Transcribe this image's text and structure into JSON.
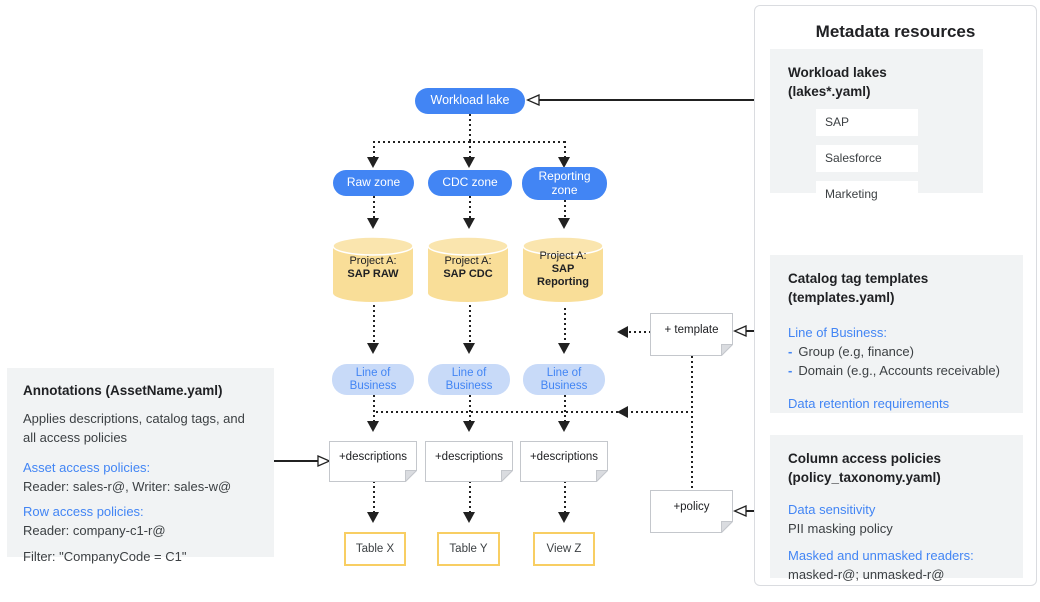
{
  "diagram": {
    "workload_lake": "Workload lake",
    "columns": [
      {
        "zone": "Raw zone",
        "project_label": "Project A:",
        "project_name": "SAP RAW",
        "lob": "Line of Business",
        "descriptions": "+descriptions",
        "table": "Table X"
      },
      {
        "zone": "CDC zone",
        "project_label": "Project A:",
        "project_name": "SAP CDC",
        "lob": "Line of Business",
        "descriptions": "+descriptions",
        "table": "Table Y"
      },
      {
        "zone": "Reporting zone",
        "project_label": "Project A:",
        "project_name": "SAP Reporting",
        "lob": "Line of Business",
        "descriptions": "+descriptions",
        "table": "View Z"
      }
    ],
    "template_note": "+ template",
    "policy_note": "+policy"
  },
  "annotations_panel": {
    "title": "Annotations (AssetName.yaml)",
    "description": "Applies descriptions, catalog tags, and all access policies",
    "asset_policies_label": "Asset access policies:",
    "asset_policies_value": "Reader: sales-r@, Writer: sales-w@",
    "row_policies_label": "Row access policies:",
    "row_policies_value": "Reader: company-c1-r@",
    "filter_value": "Filter: \"CompanyCode = C1\""
  },
  "metadata_panel": {
    "title": "Metadata resources",
    "workload_lakes": {
      "header": "Workload lakes (lakes*.yaml)",
      "items": [
        "SAP",
        "Salesforce",
        "Marketing"
      ]
    },
    "catalog_templates": {
      "header_line1": "Catalog tag templates",
      "header_line2": "(templates.yaml)",
      "lob_label": "Line of Business:",
      "bullet_prefix": "-",
      "bullets": [
        "Group (e.g, finance)",
        "Domain (e.g., Accounts receivable)"
      ],
      "retention_label": "Data retention requirements"
    },
    "column_policies": {
      "header_line1": "Column access policies",
      "header_line2": "(policy_taxonomy.yaml)",
      "sensitivity_label": "Data sensitivity",
      "sensitivity_value": "PII masking policy",
      "readers_label": "Masked and unmasked readers:",
      "readers_value": "masked-r@; unmasked-r@"
    }
  },
  "colors": {
    "node_blue": "#4285F4",
    "node_blue_light": "#C8DAF8",
    "link_blue": "#4285F4",
    "cylinder_yellow": "#F9DE98",
    "cylinder_top_yellow": "#FAE5AE",
    "table_border_yellow": "#F8CE63",
    "section_gray": "#F1F3F4",
    "line_black": "#212121"
  }
}
